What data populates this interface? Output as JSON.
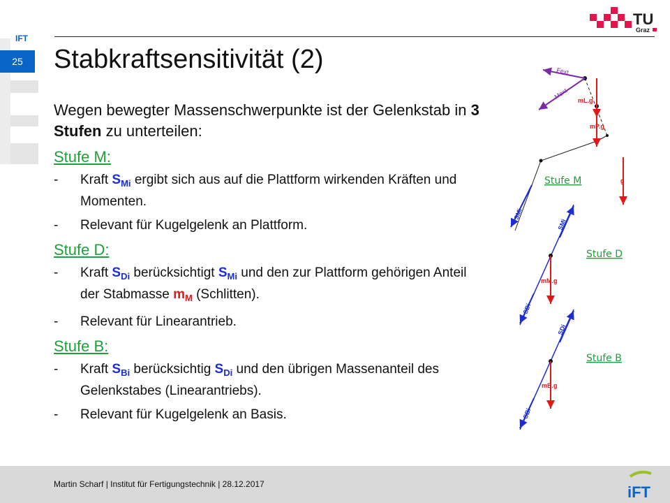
{
  "slide": {
    "page_number": "25",
    "title": "Stabkraftsensitivität (2)"
  },
  "intro": {
    "part1": "Wegen bewegter Massenschwerpunkte ist der Gelenkstab in ",
    "bold": "3 Stufen",
    "part2": " zu unterteilen:"
  },
  "stages": [
    {
      "heading": "Stufe M:",
      "bullets": [
        {
          "dash": "-",
          "t1": "Kraft ",
          "s1": "S",
          "s1sub": "Mi",
          "t2": " ergibt sich aus auf die Plattform wirkenden Kräften und Momenten."
        },
        {
          "dash": "-",
          "t1": "Relevant für Kugelgelenk an Plattform."
        }
      ]
    },
    {
      "heading": "Stufe D:",
      "bullets": [
        {
          "dash": "-",
          "t1": "Kraft ",
          "s1": "S",
          "s1sub": "Di",
          "t2": " berücksichtigt ",
          "s2": "S",
          "s2sub": "Mi",
          "t3": " und den zur Plattform gehörigen Anteil der Stabmasse ",
          "m": "m",
          "msub": "M",
          "t4": " (Schlitten)."
        },
        {
          "dash": "-",
          "t1": "Relevant für Linearantrieb."
        }
      ]
    },
    {
      "heading": "Stufe B:",
      "bullets": [
        {
          "dash": "-",
          "t1": "Kraft ",
          "s1": "S",
          "s1sub": "Bi",
          "t2": " berücksichtig ",
          "s2": "S",
          "s2sub": "Di",
          "t3": "  und den übrigen Massenanteil des Gelenkstabes (Linearantriebs)."
        },
        {
          "dash": "-",
          "t1": "Relevant für Kugelgelenk an Basis."
        }
      ]
    }
  ],
  "diagram": {
    "labels": {
      "fext": "Fext",
      "mext": "Mext",
      "mlg": "mL.g",
      "mpg": "mP.g",
      "g": "g",
      "stufe_m": "Stufe M",
      "smi_a": "SMi",
      "smi_b": "SMi",
      "mmg": "mM.g",
      "sdi_a": "SDi",
      "stufe_d": "Stufe D",
      "sdi_b": "SDi",
      "mbg": "mB.g",
      "sbi": "SBi",
      "stufe_b": "Stufe B"
    },
    "colors": {
      "force": "#1c2dd8",
      "weight": "#e01818",
      "external": "#7a2aa6",
      "link": "#1fa03a"
    }
  },
  "brand": {
    "tu_line1": "TU",
    "tu_line2": "Graz",
    "ift_strip": "IFT",
    "ift_logo": "iFT"
  },
  "footer": {
    "text": "Martin Scharf | Institut für Fertigungstechnik | 28.12.2017"
  }
}
